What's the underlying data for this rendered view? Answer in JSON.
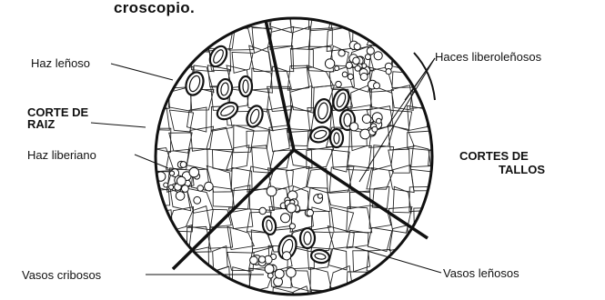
{
  "caption": "croscopio.",
  "labels": {
    "haz_lenoso": "Haz leñoso",
    "corte_raiz_1": "CORTE DE",
    "corte_raiz_2": "RAIZ",
    "haz_liberiano": "Haz liberiano",
    "vasos_cribosos": "Vasos cribosos",
    "haces_liberolenosos": "Haces liberoleñosos",
    "cortes_tallos_1": "CORTES DE",
    "cortes_tallos_2": "TALLOS",
    "vasos_lenosos": "Vasos leñosos"
  },
  "colors": {
    "ink": "#111111",
    "background": "#ffffff"
  }
}
